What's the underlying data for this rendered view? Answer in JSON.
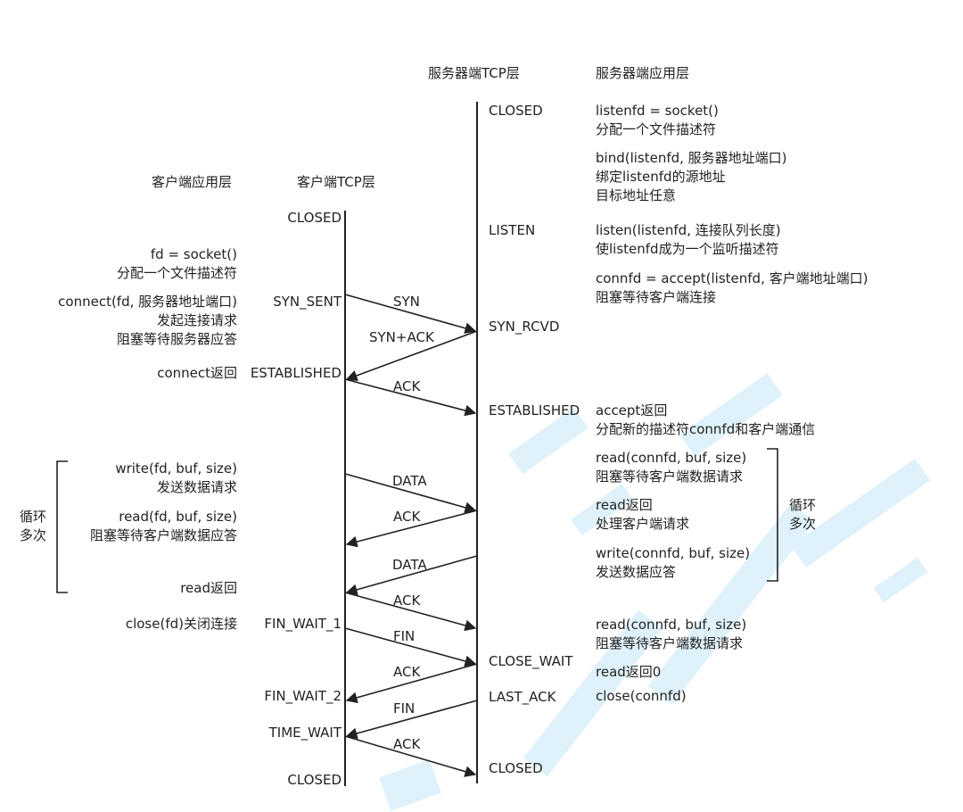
{
  "headers": {
    "server_tcp": "服务器端TCP层",
    "server_app": "服务器端应用层",
    "client_app": "客户端应用层",
    "client_tcp": "客户端TCP层"
  },
  "server_states": {
    "closed1": "CLOSED",
    "listen": "LISTEN",
    "syn_rcvd": "SYN_RCVD",
    "established": "ESTABLISHED",
    "close_wait": "CLOSE_WAIT",
    "last_ack": "LAST_ACK",
    "closed2": "CLOSED"
  },
  "client_states": {
    "closed1": "CLOSED",
    "syn_sent": "SYN_SENT",
    "established": "ESTABLISHED",
    "fin_wait_1": "FIN_WAIT_1",
    "fin_wait_2": "FIN_WAIT_2",
    "time_wait": "TIME_WAIT",
    "closed2": "CLOSED"
  },
  "messages": {
    "syn": "SYN",
    "syn_ack": "SYN+ACK",
    "ack1": "ACK",
    "data1": "DATA",
    "ack2": "ACK",
    "data2": "DATA",
    "ack3": "ACK",
    "fin1": "FIN",
    "ack4": "ACK",
    "fin2": "FIN",
    "ack5": "ACK"
  },
  "server_notes": {
    "socket": "listenfd = socket()\n分配一个文件描述符",
    "bind": "bind(listenfd, 服务器地址端口)\n绑定listenfd的源地址\n目标地址任意",
    "listen": "listen(listenfd, 连接队列长度)\n使listenfd成为一个监听描述符",
    "accept": "connfd = accept(listenfd, 客户端地址端口)\n阻塞等待客户端连接",
    "accept_ret": "accept返回\n分配新的描述符connfd和客户端通信",
    "read": "read(connfd, buf, size)\n阻塞等待客户端数据请求",
    "read_ret": "read返回\n处理客户端请求",
    "write": "write(connfd, buf, size)\n发送数据应答",
    "read2": "read(connfd, buf, size)\n阻塞等待客户端数据请求",
    "read0": "read返回0",
    "close": "close(connfd)",
    "loop": "循环\n多次"
  },
  "client_notes": {
    "socket": "fd = socket()\n分配一个文件描述符",
    "connect": "connect(fd, 服务器地址端口)\n发起连接请求\n阻塞等待服务器应答",
    "connect_ret": "connect返回",
    "write": "write(fd, buf, size)\n发送数据请求",
    "read": "read(fd, buf, size)\n阻塞等待客户端数据应答",
    "read_ret": "read返回",
    "close": "close(fd)关闭连接",
    "loop": "循环\n多次"
  }
}
